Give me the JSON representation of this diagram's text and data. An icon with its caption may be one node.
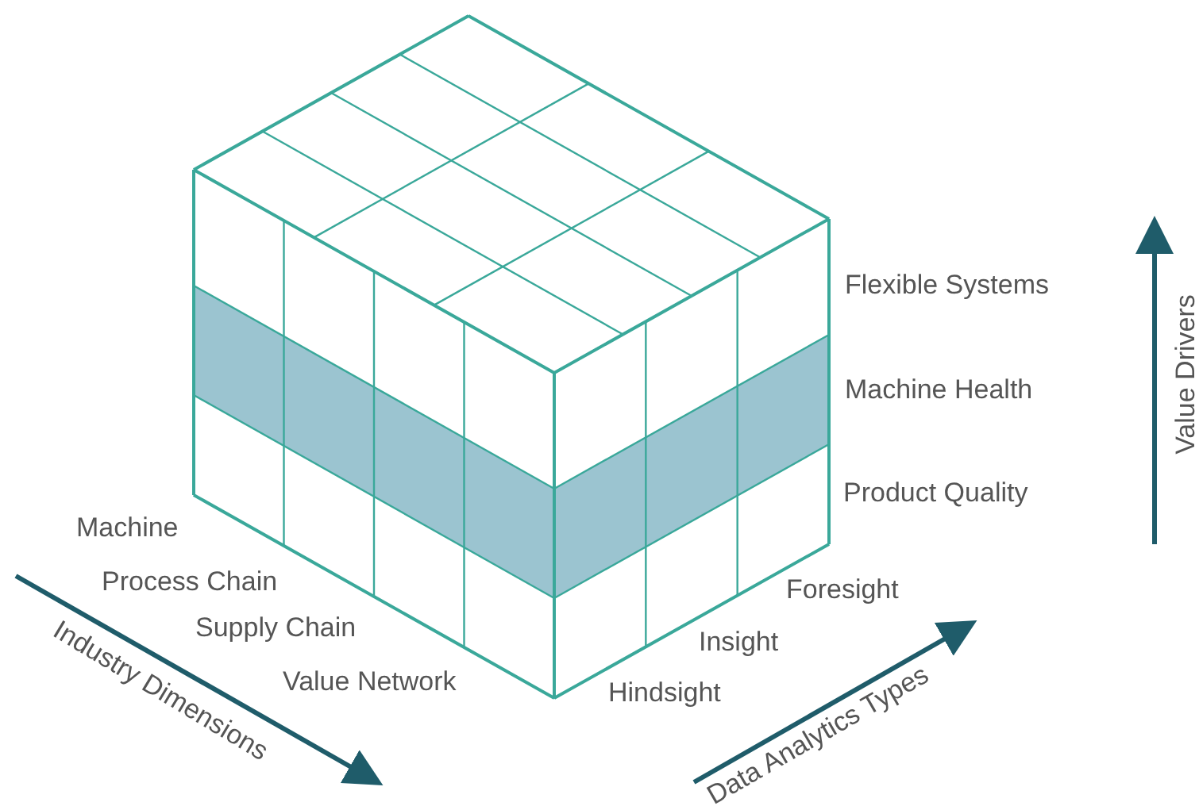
{
  "diagram": {
    "labels": [
      "Flexible Systems",
      "Machine Health",
      "Product Quality",
      "Machine",
      "Process Chain",
      "Supply Chain",
      "Value Network",
      "Foresight",
      "Insight",
      "Hindsight",
      "Industry Dimensions",
      "Data Analytics Types",
      "Value Drivers"
    ]
  }
}
